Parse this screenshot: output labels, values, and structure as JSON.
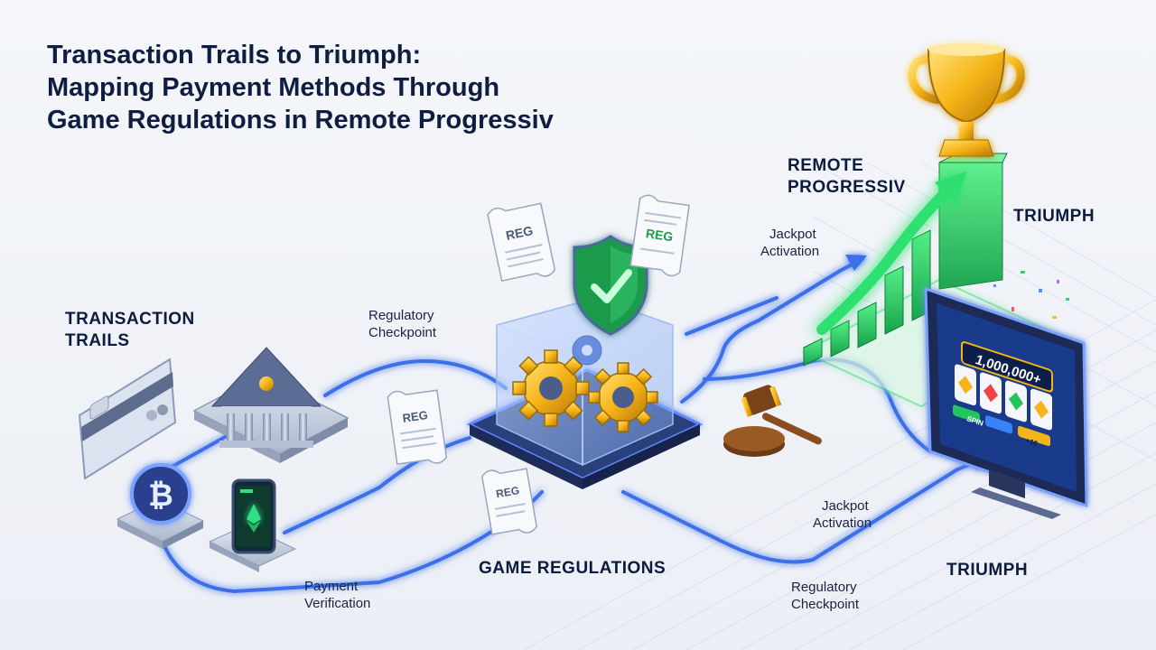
{
  "title": {
    "line1": "Transaction Trails to Triumph:",
    "line2": "Mapping Payment Methods Through",
    "line3": "Game Regulations in Remote Progressiv"
  },
  "stages": {
    "transaction_trails_l1": "TRANSACTION",
    "transaction_trails_l2": "TRAILS",
    "game_regulations": "GAME REGULATIONS",
    "remote_progressive_l1": "REMOTE",
    "remote_progressive_l2": "PROGRESSIV",
    "triumph_top": "TRIUMPH",
    "triumph_bottom": "TRIUMPH"
  },
  "labels": {
    "regulatory_checkpoint_top_l1": "Regulatory",
    "regulatory_checkpoint_top_l2": "Checkpoint",
    "jackpot_activation_top_l1": "Jackpot",
    "jackpot_activation_top_l2": "Activation",
    "payment_verification_l1": "Payment",
    "payment_verification_l2": "Verification",
    "jackpot_activation_bottom_l1": "Jackpot",
    "jackpot_activation_bottom_l2": "Activation",
    "regulatory_checkpoint_bottom_l1": "Regulatory",
    "regulatory_checkpoint_bottom_l2": "Checkpoint"
  },
  "doc_tags": {
    "reg_doc_1": "REG",
    "reg_doc_2": "REG",
    "reg_doc_3": "REG",
    "reg_doc_4": "REG"
  },
  "slot_machine": {
    "jackpot_value": "1,000,000+",
    "button_1": "SPIN",
    "button_2": "+10"
  },
  "colors": {
    "title": "#0f1d40",
    "path_glow": "#3b6fe8",
    "growth_green": "#22c55e",
    "gold": "#f5b417",
    "shield_green": "#16a34a"
  },
  "icons": [
    "credit-card-icon",
    "bank-icon",
    "bitcoin-icon",
    "ethereum-wallet-icon",
    "shield-check-icon",
    "gear-icon",
    "gavel-icon",
    "trophy-icon",
    "slot-machine-icon",
    "document-icon",
    "arrow-icon"
  ]
}
